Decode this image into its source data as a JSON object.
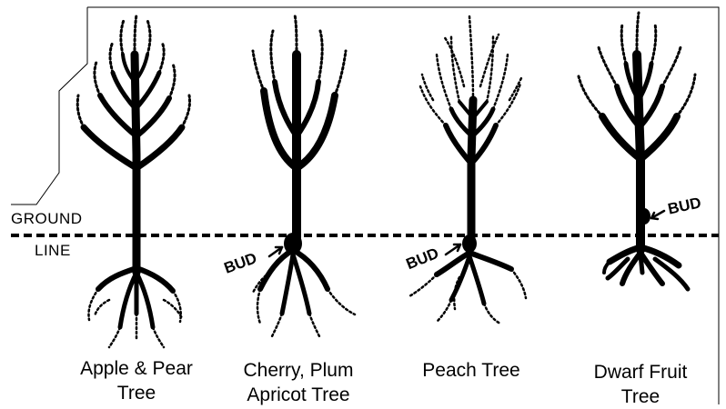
{
  "ground": {
    "top": "GROUND",
    "bottom": "LINE"
  },
  "bud_label": "BUD",
  "trees": [
    {
      "line1": "Apple & Pear",
      "line2": "Tree"
    },
    {
      "line1": "Cherry, Plum",
      "line2": "Apricot Tree"
    },
    {
      "line1": "Peach Tree",
      "line2": ""
    },
    {
      "line1": "Dwarf Fruit",
      "line2": "Tree"
    }
  ]
}
